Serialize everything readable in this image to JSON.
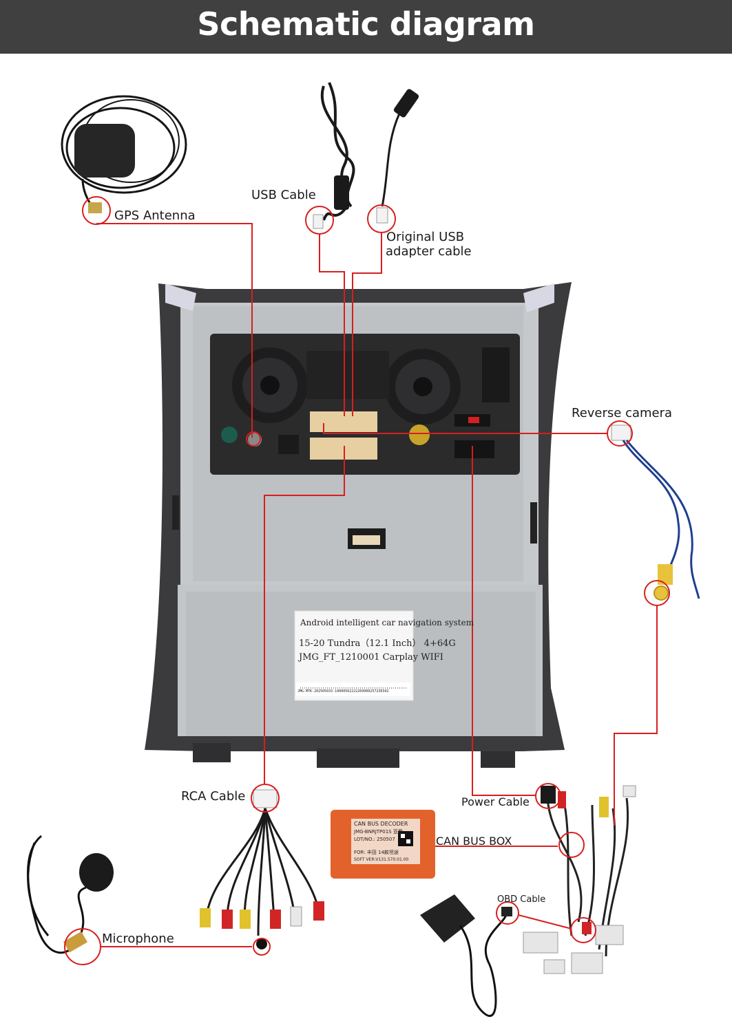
{
  "header": {
    "title": "Schematic diagram"
  },
  "labels": {
    "gps_antenna": "GPS Antenna",
    "usb_cable": "USB Cable",
    "original_usb_line1": "Original USB",
    "original_usb_line2": "adapter cable",
    "reverse_camera": "Reverse camera",
    "rca_cable": "RCA Cable",
    "power_cable": "Power Cable",
    "can_bus_box": "CAN BUS BOX",
    "obd_cable": "OBD Cable",
    "microphone": "Microphone"
  },
  "unit_sticker": {
    "line1": "Android intelligent car navigation system",
    "line2": "15-20 Tundra（12.1 Inch） 4+64G",
    "line3": "JMG_FT_1210001   Carplay  WIFI",
    "barcode_text": "JMG-MTK-202505033-10000562222209900257230342"
  },
  "can_box_label": {
    "line1": "CAN BUS DECODER",
    "line2": "JMG-BNRJTP01S 亚晋",
    "line3": "LOT/NO.: 250507",
    "line4": "FOR: 丰田 14款坦途",
    "line5": "SOFT VER:V131.570.01.00"
  },
  "colors": {
    "header_bg": "#404040",
    "leader_line": "#d81e1e",
    "can_box": "#e3622c",
    "panel": "#c4c8cb"
  }
}
